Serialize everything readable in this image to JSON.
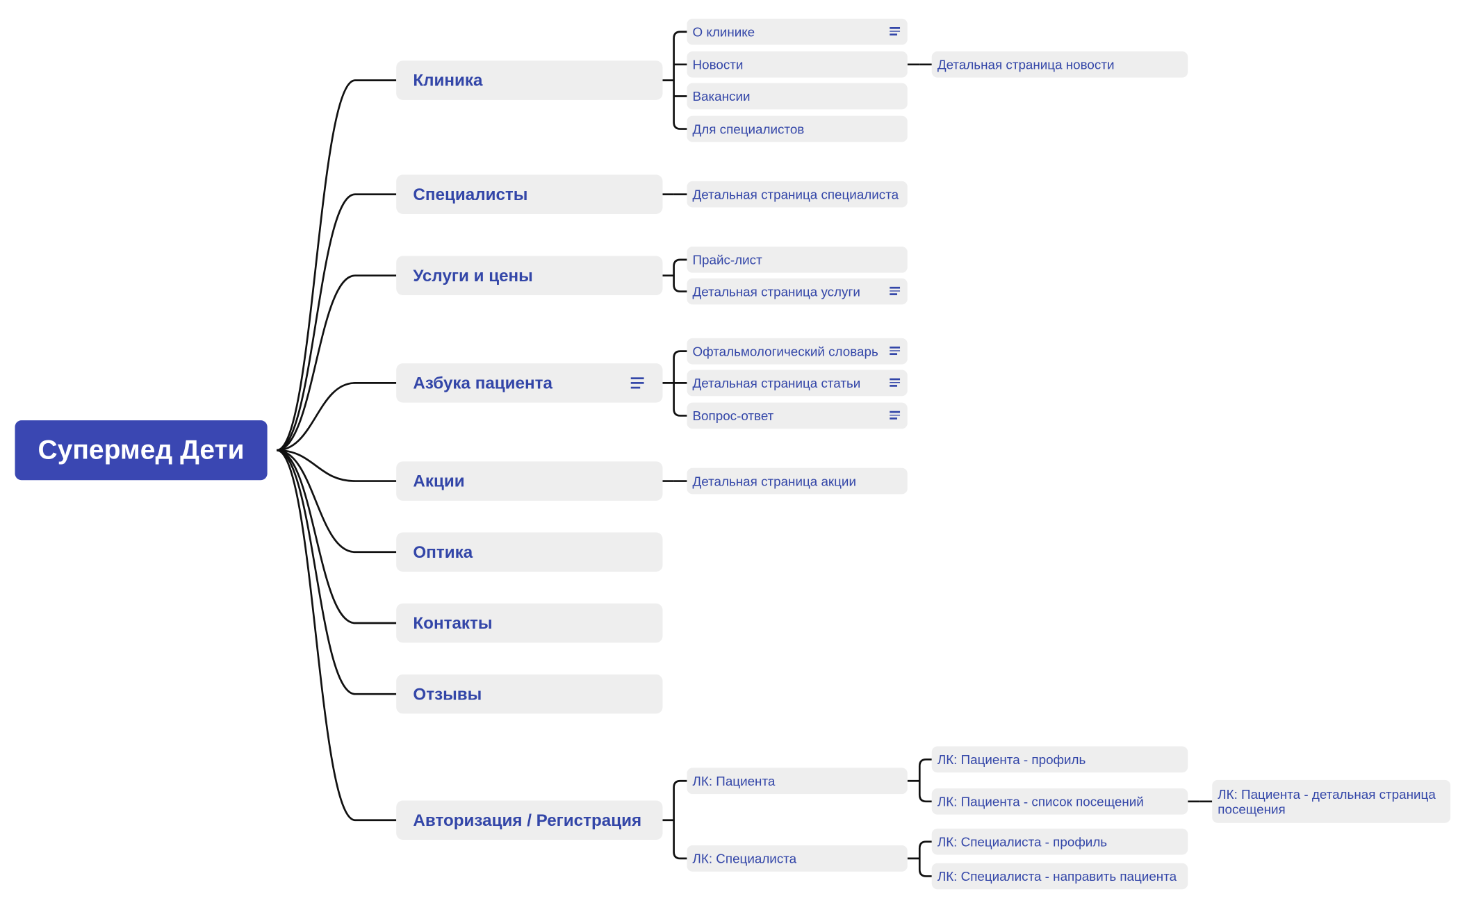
{
  "root": "Супермед Дети",
  "clinic": {
    "label": "Клиника",
    "about": "О клинике",
    "news": "Новости",
    "news_detail": "Детальная страница новости",
    "vacancies": "Вакансии",
    "for_specialists": "Для специалистов"
  },
  "specialists": {
    "label": "Специалисты",
    "detail": "Детальная страница специалиста"
  },
  "services": {
    "label": "Услуги и цены",
    "price_list": "Прайс-лист",
    "detail": "Детальная страница услуги"
  },
  "abc": {
    "label": "Азбука пациента",
    "dictionary": "Офтальмологический словарь",
    "article": "Детальная страница статьи",
    "qa": "Вопрос-ответ"
  },
  "promos": {
    "label": "Акции",
    "detail": "Детальная страница акции"
  },
  "optics": {
    "label": "Оптика"
  },
  "contacts": {
    "label": "Контакты"
  },
  "reviews": {
    "label": "Отзывы"
  },
  "auth": {
    "label": "Авторизация / Регистрация",
    "patient": "ЛК: Пациента",
    "patient_profile": "ЛК: Пациента - профиль",
    "patient_visits": "ЛК: Пациента - список посещений",
    "patient_visit_detail": "ЛК: Пациента - детальная страница посещения",
    "specialist": "ЛК: Специалиста",
    "specialist_profile": "ЛК: Специалиста - профиль",
    "specialist_refer": "ЛК: Специалиста - направить пациента"
  },
  "colors": {
    "root_bg": "#3a47b2",
    "text": "#3346a8",
    "node_bg": "#eeeeee",
    "line": "#111111"
  }
}
